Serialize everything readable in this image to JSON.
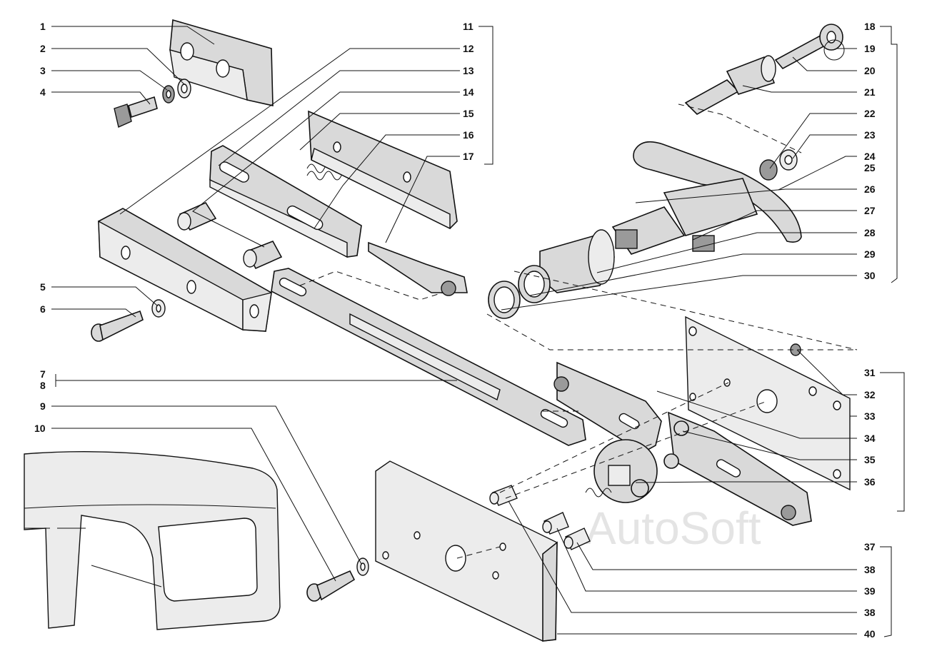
{
  "watermark": "AutoSoft",
  "callouts_left": [
    {
      "id": "c1",
      "text": "1"
    },
    {
      "id": "c2",
      "text": "2"
    },
    {
      "id": "c3",
      "text": "3"
    },
    {
      "id": "c4",
      "text": "4"
    },
    {
      "id": "c5",
      "text": "5"
    },
    {
      "id": "c6",
      "text": "6"
    },
    {
      "id": "c7",
      "text": "7"
    },
    {
      "id": "c8",
      "text": "8"
    },
    {
      "id": "c9",
      "text": "9"
    },
    {
      "id": "c10",
      "text": "10"
    }
  ],
  "callouts_mid": [
    {
      "id": "c11",
      "text": "11"
    },
    {
      "id": "c12",
      "text": "12"
    },
    {
      "id": "c13",
      "text": "13"
    },
    {
      "id": "c14",
      "text": "14"
    },
    {
      "id": "c15",
      "text": "15"
    },
    {
      "id": "c16",
      "text": "16"
    },
    {
      "id": "c17",
      "text": "17"
    }
  ],
  "callouts_right": [
    {
      "id": "c18",
      "text": "18"
    },
    {
      "id": "c19",
      "text": "19"
    },
    {
      "id": "c20",
      "text": "20"
    },
    {
      "id": "c21",
      "text": "21"
    },
    {
      "id": "c22",
      "text": "22"
    },
    {
      "id": "c23",
      "text": "23"
    },
    {
      "id": "c24",
      "text": "24"
    },
    {
      "id": "c25",
      "text": "25"
    },
    {
      "id": "c26",
      "text": "26"
    },
    {
      "id": "c27",
      "text": "27"
    },
    {
      "id": "c28",
      "text": "28"
    },
    {
      "id": "c29",
      "text": "29"
    },
    {
      "id": "c30",
      "text": "30"
    },
    {
      "id": "c31",
      "text": "31"
    },
    {
      "id": "c32",
      "text": "32"
    },
    {
      "id": "c33",
      "text": "33"
    },
    {
      "id": "c34",
      "text": "34"
    },
    {
      "id": "c35",
      "text": "35"
    },
    {
      "id": "c36",
      "text": "36"
    },
    {
      "id": "c37",
      "text": "37"
    },
    {
      "id": "c38a",
      "text": "38"
    },
    {
      "id": "c39",
      "text": "39"
    },
    {
      "id": "c38b",
      "text": "38"
    },
    {
      "id": "c40",
      "text": "40"
    }
  ]
}
